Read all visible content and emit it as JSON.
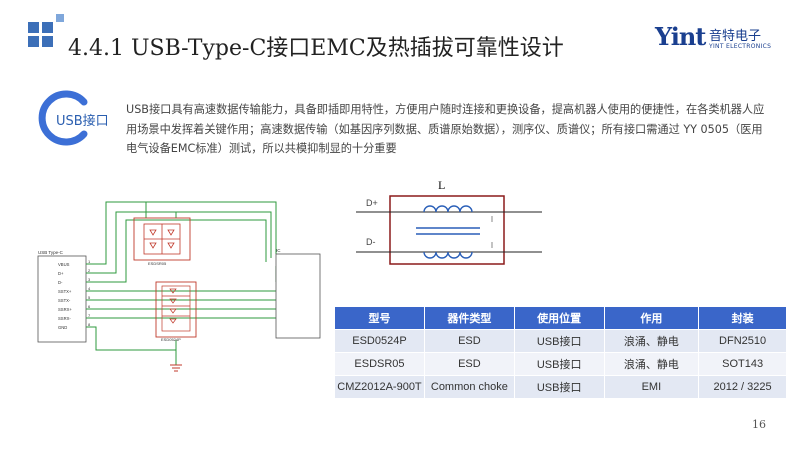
{
  "header": {
    "title": "4.4.1 USB-Type-C接口EMC及热插拔可靠性设计"
  },
  "logo": {
    "mark": "Yint",
    "cn": "音特电子",
    "en": "YINT ELECTRONICS"
  },
  "badge": {
    "label": "USB接口"
  },
  "description": "USB接口具有高速数据传输能力，具备即插即用特性，方便用户随时连接和更换设备，提高机器人使用的便捷性，在各类机器人应用场景中发挥着关键作用；高速数据传输（如基因序列数据、质谱原始数据），测序仪、质谱仪；所有接口需通过 YY 0505（医用电气设备EMC标准）测试，所以共模抑制显的十分重要",
  "schematic": {
    "connector_title": "USB Type-C",
    "pins": [
      "VBUS",
      "D+",
      "D-",
      "SSTX+",
      "SSTX-",
      "SSRX+",
      "SSRX-",
      "GND"
    ],
    "pin_numbers": [
      "1",
      "2",
      "3",
      "4",
      "5",
      "6",
      "7",
      "8"
    ],
    "esd1_label": "ESDSR05",
    "esd2_label": "ESD0524P",
    "ic_label": "IC"
  },
  "choke": {
    "inductor_label": "L",
    "line_plus": "D+",
    "line_minus": "D-"
  },
  "table": {
    "headers": [
      "型号",
      "器件类型",
      "使用位置",
      "作用",
      "封装"
    ],
    "rows": [
      [
        "ESD0524P",
        "ESD",
        "USB接口",
        "浪涌、静电",
        "DFN2510"
      ],
      [
        "ESDSR05",
        "ESD",
        "USB接口",
        "浪涌、静电",
        "SOT143"
      ],
      [
        "CMZ2012A-900T",
        "Common choke",
        "USB接口",
        "EMI",
        "2012 / 3225"
      ]
    ]
  },
  "page": {
    "number": "16"
  },
  "colors": {
    "accent_blue": "#3a66c9",
    "logo_blue": "#1a3f8f",
    "schematic_green": "#2e9a3c",
    "schematic_red": "#c0392b"
  }
}
